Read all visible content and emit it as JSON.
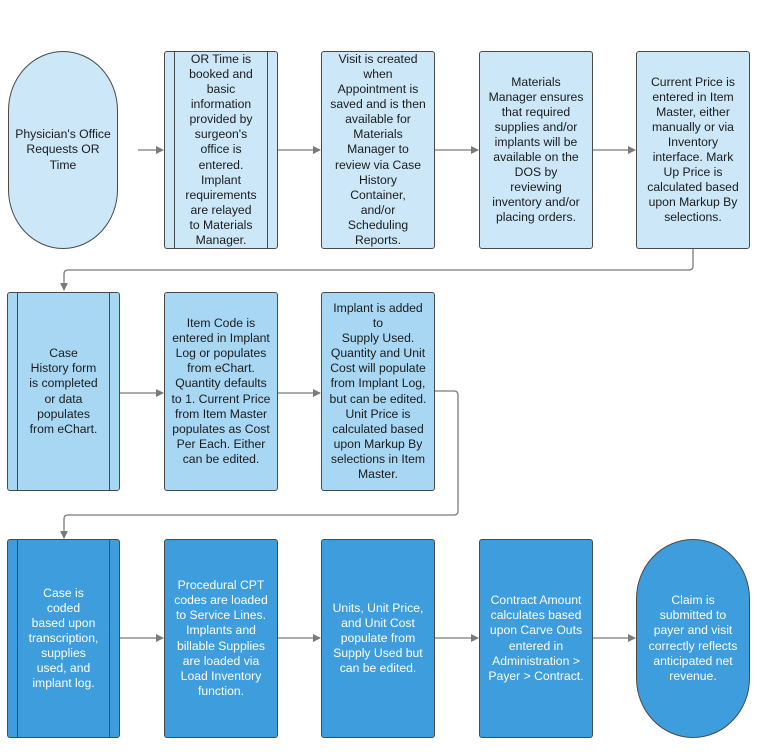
{
  "nodes": {
    "physician_request": "Physician's Office Requests OR Time",
    "or_time_booked": "OR Time is\nbooked and\nbasic\ninformation\nprovided by\nsurgeon's\noffice is\nentered.\nImplant\nrequirements\nare relayed\nto Materials\nManager.",
    "visit_created": "Visit is created\nwhen\nAppointment is\nsaved and is then\navailable for\nMaterials\nManager to\nreview via Case\nHistory\nContainer,\nand/or\nScheduling\nReports.",
    "materials_manager": "Materials\nManager ensures\nthat required\nsupplies and/or\nimplants will be\navailable on the\nDOS by\nreviewing\ninventory and/or\nplacing orders.",
    "current_price": "Current Price is\nentered in Item\nMaster, either\nmanually or via\nInventory\ninterface.  Mark\nUp Price is\ncalculated based\nupon Markup By\nselections.",
    "case_history": "Case\nHistory form\nis completed\nor data\npopulates\nfrom eChart.",
    "item_code": "Item Code is\nentered in Implant\nLog or populates\nfrom eChart.\nQuantity defaults\nto 1. Current Price\nfrom Item Master\npopulates as Cost\nPer Each. Either\ncan be edited.",
    "implant_added": "Implant is added to\nSupply Used.\nQuantity and Unit\nCost will populate\nfrom Implant Log,\nbut can be edited.\nUnit Price is\ncalculated based\nupon Markup By\nselections in Item\nMaster.",
    "case_coded": "Case is\ncoded\nbased upon\ntranscription,\nsupplies\nused, and\nimplant log.",
    "procedural_cpt": "Procedural CPT\ncodes are loaded\nto Service Lines.\nImplants and\nbillable Supplies\nare loaded via\nLoad Inventory\nfunction.",
    "units_price": "Units, Unit Price,\nand Unit Cost\npopulate from\nSupply Used but\ncan be edited.",
    "contract_amount": "Contract Amount\ncalculates based\nupon Carve Outs\nentered in\nAdministration >\nPayer > Contract.",
    "claim_submitted": "Claim is\nsubmitted to\npayer and visit\ncorrectly reflects\nanticipated net\nrevenue."
  },
  "colors": {
    "row1_fill": "#cbe7f8",
    "row2_fill": "#a7d7f3",
    "row3_fill": "#3e9ddc",
    "stroke": "#4a4a4a",
    "connector": "#7a7a7a"
  }
}
